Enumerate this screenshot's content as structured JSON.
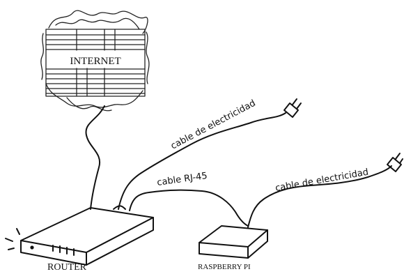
{
  "diagram": {
    "internet_label": "INTERNET",
    "router_label": "ROUTER",
    "pi_label": "RASPBERRY PI",
    "power_cable_1_label": "cable de electricidad",
    "rj45_label": "cable RJ-45",
    "power_cable_2_label": "cable de electricidad"
  }
}
